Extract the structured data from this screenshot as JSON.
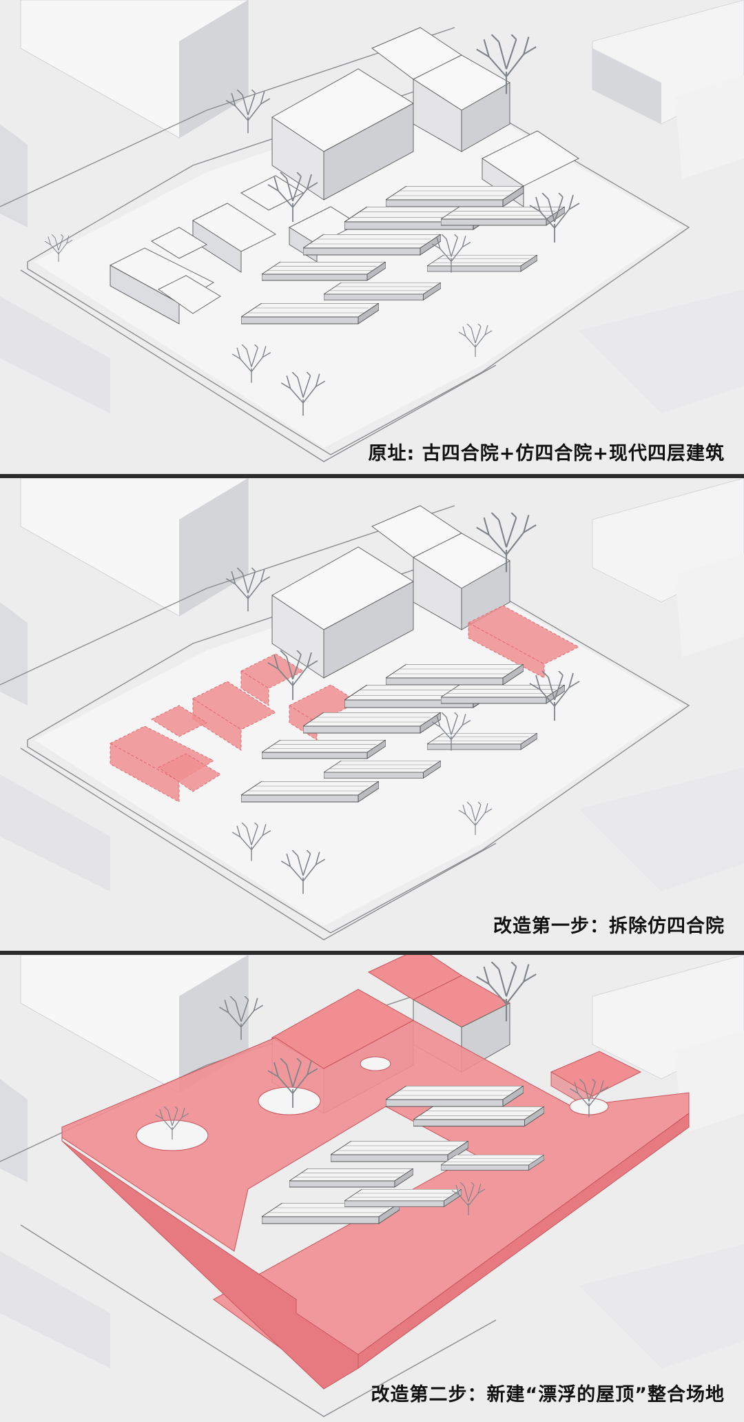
{
  "panels": [
    {
      "caption": "原址: 古四合院+仿四合院+现代四层建筑"
    },
    {
      "caption": "改造第一步：拆除仿四合院"
    },
    {
      "caption": "改造第二步：新建“漂浮的屋顶”整合场地"
    }
  ],
  "colors": {
    "background": "#ededee",
    "building": "#f7f7f8",
    "building_side": "#cfd0d3",
    "building_shadow": "#bcbdc1",
    "highlight_red": "#f08e92",
    "highlight_red_dark": "#e06a70",
    "outline": "#555555",
    "tree": "#7f848b",
    "frame": "#2b2b2b"
  },
  "icons": {
    "tree": "bare-tree-icon",
    "courtyard_roof": "courtyard-roof-icon"
  }
}
